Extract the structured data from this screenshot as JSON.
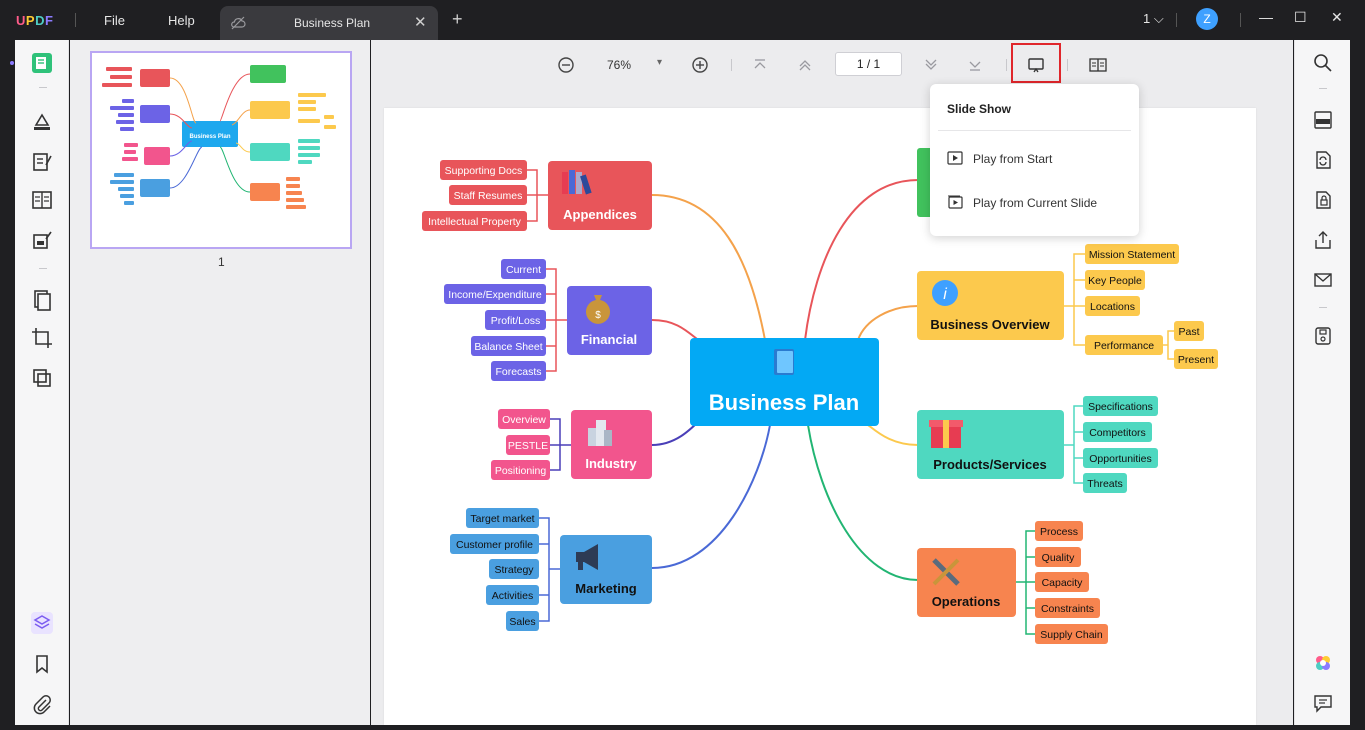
{
  "app": {
    "logo": [
      "U",
      "P",
      "D",
      "F"
    ]
  },
  "menu": {
    "file": "File",
    "help": "Help"
  },
  "tab": {
    "title": "Business Plan",
    "close": "✕",
    "new": "+"
  },
  "window": {
    "page_select": "1 ⌵",
    "avatar": "Z",
    "minimize": "—",
    "maximize": "☐",
    "close": "✕"
  },
  "thumbnail": {
    "page_number": "1",
    "title": "Business Plan"
  },
  "toolbar": {
    "zoom": "76%",
    "zoom_caret": "▾",
    "page_display": "1  /  1"
  },
  "slideshow_menu": {
    "title": "Slide Show",
    "items": [
      {
        "label": "Play from Start"
      },
      {
        "label": "Play from Current Slide"
      }
    ]
  },
  "mindmap": {
    "center": "Business Plan",
    "branches": {
      "appendices": {
        "label": "Appendices",
        "color": "#e8555a",
        "children": [
          "Supporting Docs",
          "Staff Resumes",
          "Intellectual Property"
        ]
      },
      "financial": {
        "label": "Financial",
        "color": "#6c63e6",
        "children": [
          "Current",
          "Income/Expenditure",
          "Profit/Loss",
          "Balance Sheet",
          "Forecasts"
        ]
      },
      "industry": {
        "label": "Industry",
        "color": "#f2558d",
        "children": [
          "Overview",
          "PESTLE",
          "Positioning"
        ]
      },
      "marketing": {
        "label": "Marketing",
        "color": "#4a9fe0",
        "children": [
          "Target market",
          "Customer profile",
          "Strategy",
          "Activities",
          "Sales"
        ]
      },
      "overview": {
        "label": "Business Overview",
        "color": "#fcc94d",
        "children": [
          "Mission Statement",
          "Key People",
          "Locations",
          "Performance"
        ],
        "performance_children": [
          "Past",
          "Present"
        ]
      },
      "products": {
        "label": "Products/Services",
        "color": "#4fd8c0",
        "children": [
          "Specifications",
          "Competitors",
          "Opportunities",
          "Threats"
        ]
      },
      "operations": {
        "label": "Operations",
        "color": "#f7844f",
        "children": [
          "Process",
          "Quality",
          "Capacity",
          "Constraints",
          "Supply Chain"
        ]
      }
    }
  }
}
